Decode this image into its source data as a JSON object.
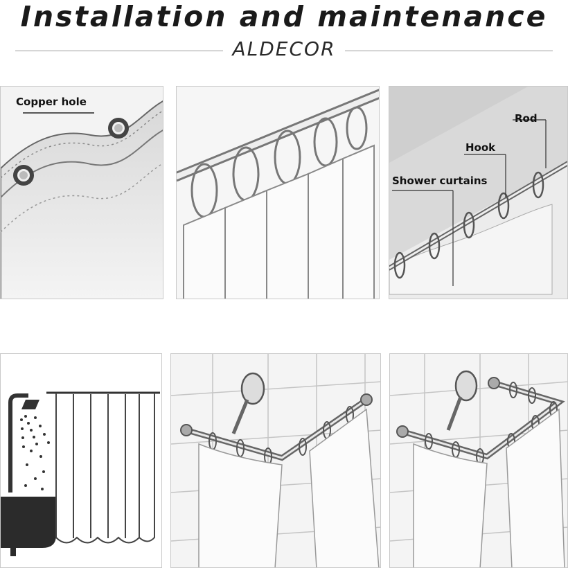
{
  "header": {
    "title": "Installation and maintenance",
    "brand": "ALDECOR"
  },
  "panels": {
    "grommet": {
      "label_copper_hole": "Copper hole"
    },
    "parts": {
      "label_rod": "Rod",
      "label_hook": "Hook",
      "label_shower_curtains": "Shower curtains"
    }
  },
  "icons": [
    "shower-head-icon",
    "bathtub-icon"
  ]
}
